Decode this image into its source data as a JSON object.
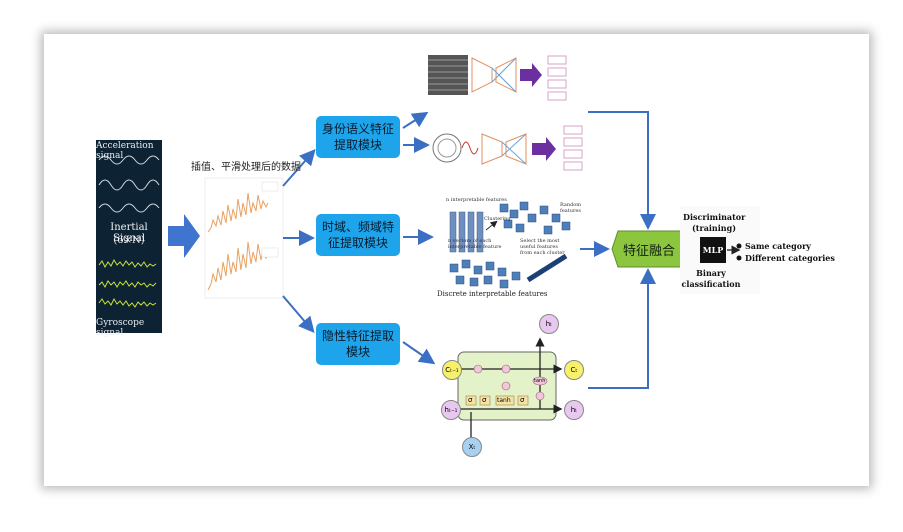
{
  "left_panel": {
    "acceleration_label": "Acceleration signal",
    "inertial_label": "Inertial Signal",
    "dims_label": "(6×N)",
    "gyroscope_label": "Gyroscope signal"
  },
  "preprocess": {
    "caption": "插值、平滑处理后的数据"
  },
  "modules": {
    "semantic": "身份语义特征\n提取模块",
    "time_freq": "时域、频域特\n征提取模块",
    "hidden": "隐性特征提取\n模块"
  },
  "fusion": {
    "label": "特征融合"
  },
  "classifier": {
    "title": "Discriminator\n(training)",
    "mlp": "MLP",
    "binary": "Binary\nclassification",
    "out1": "Same category",
    "out2": "Different categories"
  },
  "interpretable": {
    "label_bottom": "Discrete interpretable features",
    "clustering": "Clustering",
    "random": "Random\nfeatures",
    "select": "Select the most\nuseful features\nfrom each cluster",
    "top": "n interpretable features",
    "mid": "n vectors of each\ninterpretable feature"
  },
  "lstm": {
    "c_in": "Cₜ₋₁",
    "c_out": "Cₜ",
    "h_in": "hₜ₋₁",
    "h_out": "hₜ",
    "h_top": "hₜ",
    "x_in": "Xₜ",
    "sigma": "σ",
    "tanh": "tanh"
  },
  "colors": {
    "module_blue": "#1ea4ea",
    "fusion_green": "#8cc63f",
    "arrow_blue": "#3a6fc4",
    "lstm_bg": "#e3f2c8",
    "purple_arrow": "#6b2fa0"
  }
}
